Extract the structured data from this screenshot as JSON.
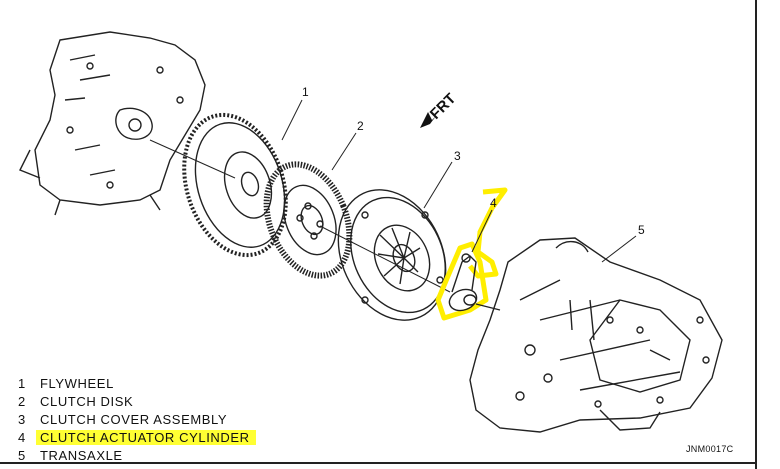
{
  "diagram": {
    "orientation_label": "FRT",
    "part_code": "JNM0017C",
    "callouts": [
      "1",
      "2",
      "3",
      "4",
      "5"
    ],
    "highlight_color": "#ffff33"
  },
  "legend": [
    {
      "num": "1",
      "label": "FLYWHEEL",
      "highlighted": false
    },
    {
      "num": "2",
      "label": "CLUTCH DISK",
      "highlighted": false
    },
    {
      "num": "3",
      "label": "CLUTCH COVER ASSEMBLY",
      "highlighted": false
    },
    {
      "num": "4",
      "label": "CLUTCH ACTUATOR CYLINDER",
      "highlighted": true
    },
    {
      "num": "5",
      "label": "TRANSAXLE",
      "highlighted": false
    }
  ]
}
